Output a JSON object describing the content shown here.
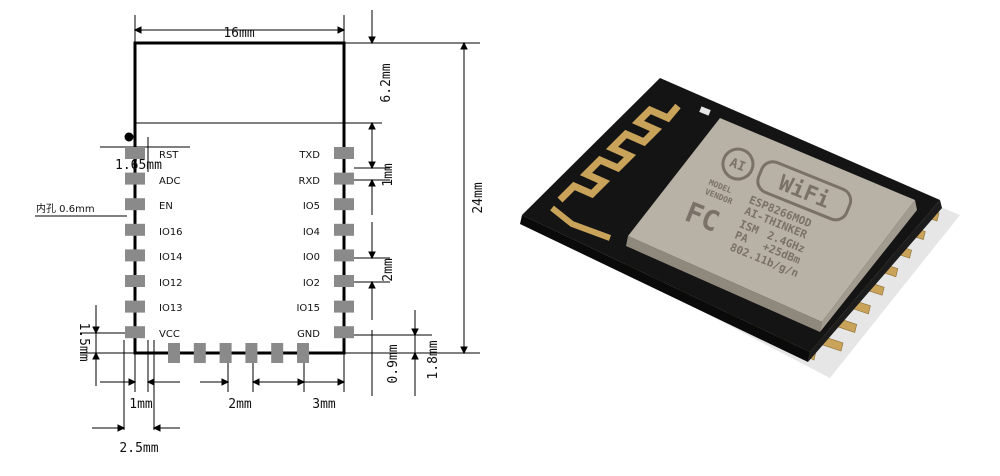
{
  "drawing": {
    "left_pins": [
      "RST",
      "ADC",
      "EN",
      "IO16",
      "IO14",
      "IO12",
      "IO13",
      "VCC"
    ],
    "right_pins": [
      "TXD",
      "RXD",
      "IO5",
      "IO4",
      "IO0",
      "IO2",
      "IO15",
      "GND"
    ],
    "dims": {
      "width_top": "16mm",
      "antenna_height": "6.2mm",
      "total_height": "24mm",
      "pin_pitch": "1mm",
      "pin_pitch_2": "2mm",
      "first_pin": "1.65mm",
      "hole_note": "内孔 0.6mm",
      "bottom_left": "1.5mm",
      "bottom_1mm": "1mm",
      "bottom_2mm": "2mm",
      "bottom_3mm": "3mm",
      "bottom_2_5mm": "2.5mm",
      "bottom_0_9mm": "0.9mm",
      "bottom_1_8mm": "1.8mm"
    }
  },
  "module": {
    "fcc": "FC",
    "wifi": "WiFi",
    "model_label": "MODEL",
    "vendor_label": "VENDOR",
    "model_value": "ESP8266MOD",
    "vendor_value": "AI-THINKER",
    "line3_a": "ISM",
    "line3_b": "2.4GHz",
    "line4_a": "PA",
    "line4_b": "+25dBm",
    "line5": "802.11b/g/n",
    "ai_logo": "AI"
  },
  "colors": {
    "pin_gray": "#8a8a8a",
    "pcb_black": "#141414",
    "gold": "#c9a35a",
    "shield": "#b7b1a6"
  }
}
